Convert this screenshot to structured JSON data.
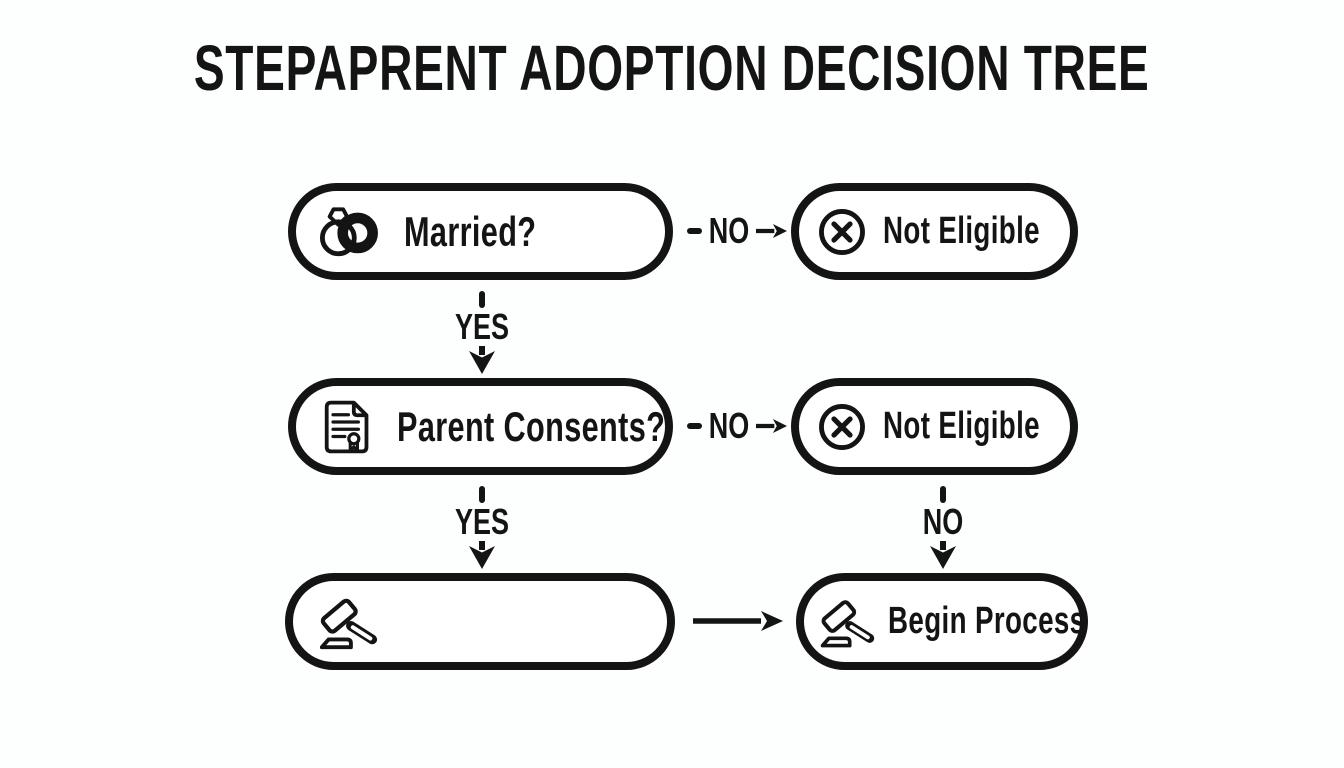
{
  "title": "STEPAPRENT ADOPTION DECISION TREE",
  "colors": {
    "ink": "#141414",
    "background": "#fdfefe",
    "node_fill": "#ffffff"
  },
  "nodes": {
    "married": {
      "label": "Married?",
      "icon": "wedding-rings-icon"
    },
    "not_eligible_1": {
      "label": "Not Eligible",
      "icon": "circle-x-icon"
    },
    "parent_consents": {
      "label": "Parent Consents?",
      "icon": "consent-document-icon"
    },
    "not_eligible_2": {
      "label": "Not Eligible",
      "icon": "circle-x-icon"
    },
    "court_step": {
      "label": "",
      "icon": "gavel-icon"
    },
    "begin_process": {
      "label": "Begin Process",
      "icon": "gavel-icon"
    }
  },
  "edges": {
    "married_no": {
      "from": "married",
      "to": "not_eligible_1",
      "label": "NO",
      "direction": "right"
    },
    "married_yes": {
      "from": "married",
      "to": "parent_consents",
      "label": "YES",
      "direction": "down"
    },
    "consents_no": {
      "from": "parent_consents",
      "to": "not_eligible_2",
      "label": "NO",
      "direction": "right"
    },
    "consents_yes": {
      "from": "parent_consents",
      "to": "court_step",
      "label": "YES",
      "direction": "down"
    },
    "not_eligible_2_no": {
      "from": "not_eligible_2",
      "to": "begin_process",
      "label": "NO",
      "direction": "down"
    },
    "court_to_begin": {
      "from": "court_step",
      "to": "begin_process",
      "label": "",
      "direction": "right"
    }
  }
}
